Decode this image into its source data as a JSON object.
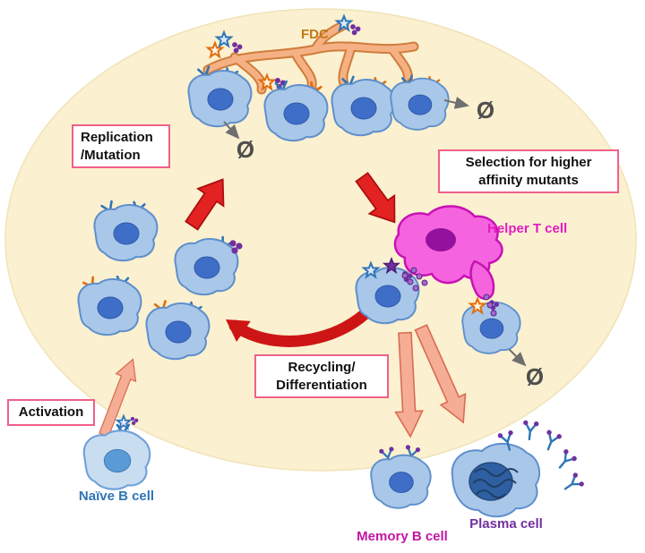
{
  "labels": {
    "fdc": "FDC",
    "replication_line1": "Replication",
    "replication_line2": "/Mutation",
    "selection_line1": "Selection for higher",
    "selection_line2": "affinity mutants",
    "helper_t_cell": "Helper T cell",
    "recycling_line1": "Recycling/",
    "recycling_line2": "Differentiation",
    "activation": "Activation",
    "naive_b_cell": "Naïve B cell",
    "memory_b_cell": "Memory B cell",
    "plasma_cell": "Plasma cell",
    "apoptosis": "Ø"
  },
  "colors": {
    "germinal_center_fill": "#FBF0CF",
    "b_cell_fill": "#A9C7E8",
    "b_cell_border": "#5E8FCC",
    "b_cell_nucleus": "#3F6EC8",
    "helper_t_fill": "#F564DE",
    "fdc_fill": "#F5B183",
    "cycle_arrow_red": "#E32222",
    "flow_arrow_salmon": "#F6AD96",
    "label_box_border": "#F0608A",
    "fdc_text": "#BE7817",
    "helper_t_text": "#E31CC4",
    "naive_text": "#2E75B6",
    "memory_text": "#C515A3",
    "plasma_text": "#7030A0",
    "antibody_blue": "#2E75B6",
    "antigen_orange": "#E36C0A",
    "antigen_purple": "#7030A0",
    "apoptosis_gray": "#4F4F4F"
  }
}
